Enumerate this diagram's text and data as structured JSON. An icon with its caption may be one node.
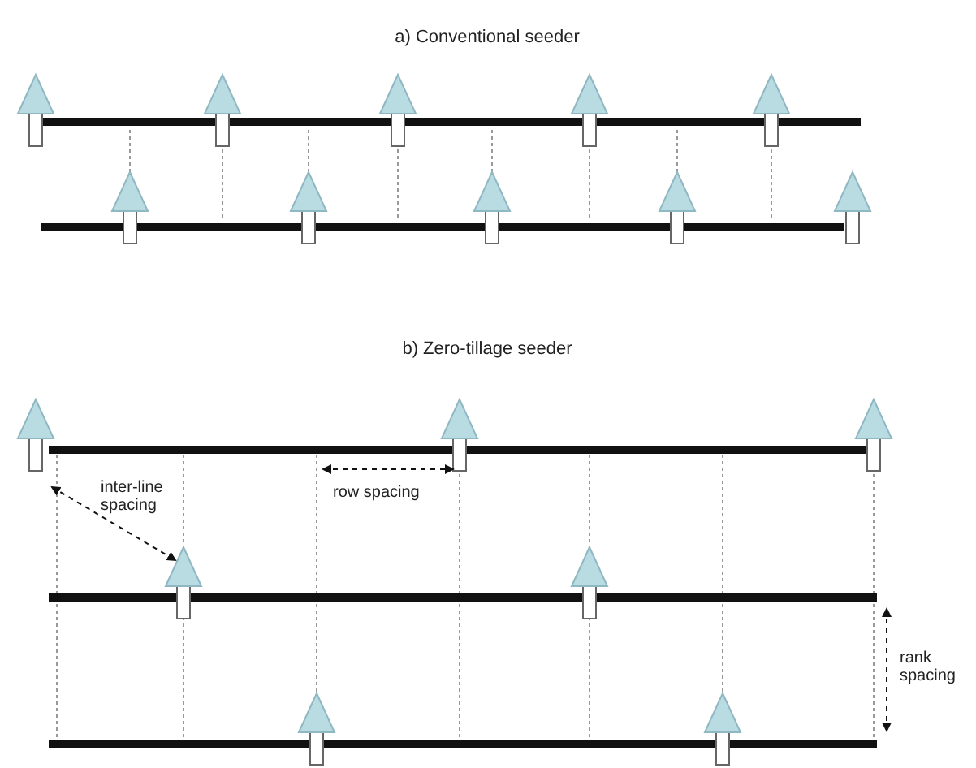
{
  "diagram": {
    "labels": [
      "a) Conventional seeder",
      "b) Zero-tillage seeder",
      "inter-line spacing",
      "row spacing",
      "rank spacing"
    ]
  }
}
